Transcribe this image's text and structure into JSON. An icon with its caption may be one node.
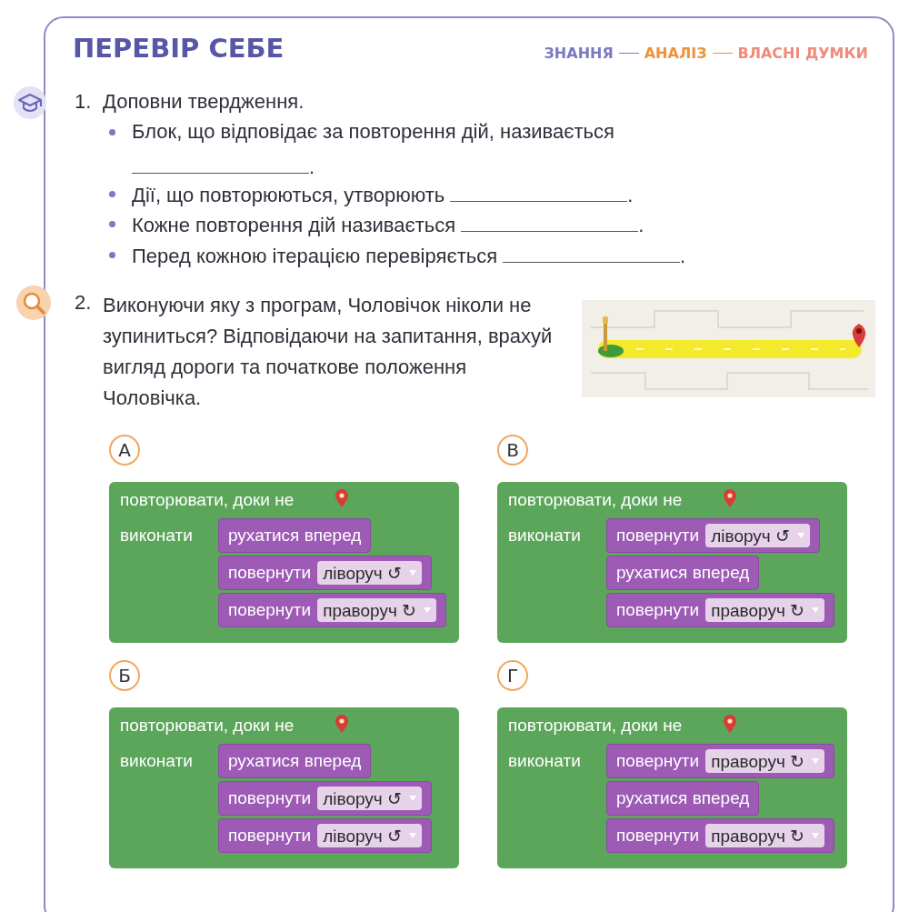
{
  "diagram": {
    "title": "ПЕРЕВІР СЕБЕ",
    "nodes": [
      {
        "text": [
          "А"
        ]
      },
      {
        "text": [
          "повторювати, доки не",
          "виконати"
        ]
      },
      {
        "text": [
          "рухатися вперед"
        ],
        "in": 1
      },
      {
        "text": [
          "повернути"
        ],
        "in": 1
      },
      {
        "text": [
          "ліворуч ↺"
        ],
        "in": 3
      },
      {
        "text": [
          "повернути"
        ],
        "in": 1
      },
      {
        "text": [
          "праворуч ↻"
        ],
        "in": 5
      },
      {
        "text": [
          "В"
        ]
      },
      {
        "text": [
          "повторювати, доки не",
          "виконати"
        ]
      },
      {
        "text": [
          "повернути"
        ],
        "in": 8
      },
      {
        "text": [
          "ліворуч ↺"
        ],
        "in": 9
      },
      {
        "text": [
          "рухатися вперед"
        ],
        "in": 8
      },
      {
        "text": [
          "повернути"
        ],
        "in": 8
      },
      {
        "text": [
          "праворуч ↻"
        ],
        "in": 12
      },
      {
        "text": [
          "Б"
        ]
      },
      {
        "text": [
          "повторювати, доки не",
          "виконати"
        ]
      },
      {
        "text": [
          "рухатися вперед"
        ],
        "in": 15
      },
      {
        "text": [
          "повернути"
        ],
        "in": 15
      },
      {
        "text": [
          "ліворуч ↺"
        ],
        "in": 17
      },
      {
        "text": [
          "повернути"
        ],
        "in": 15
      },
      {
        "text": [
          "ліворуч ↺"
        ],
        "in": 19
      },
      {
        "text": [
          "Г"
        ]
      },
      {
        "text": [
          "повторювати, доки не",
          "виконати"
        ]
      },
      {
        "text": [
          "повернути"
        ],
        "in": 22
      },
      {
        "text": [
          "праворуч ↻"
        ],
        "in": 23
      },
      {
        "text": [
          "рухатися вперед"
        ],
        "in": 22
      },
      {
        "text": [
          "повернути"
        ],
        "in": 22
      },
      {
        "text": [
          "праворуч ↻"
        ],
        "in": 26
      }
    ],
    "labels": [
      "ЗНАННЯ",
      "АНАЛІЗ",
      "ВЛАСНІ ДУМКИ",
      "1.",
      "Доповни твердження.",
      "Блок, що відповідає за повторення дій, називається",
      ".",
      "Дії, що повторюються, утворюють",
      ".",
      "Кожне повторення дій називається",
      ".",
      "Перед кожною ітерацією перевіряється",
      ".",
      "2.",
      "Виконуючи яку з програм, Чоловічок ніколи не зупиниться? Відповідаючи на запитання, врахуй вигляд дороги та початкове положення Чоловічка."
    ]
  }
}
